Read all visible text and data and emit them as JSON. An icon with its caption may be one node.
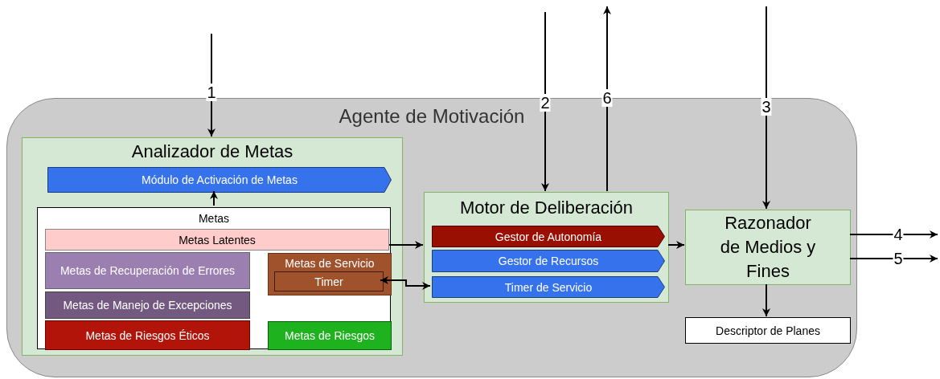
{
  "diagram": {
    "nodes": [
      {
        "text": [
          "Agente de Motivación"
        ]
      },
      {
        "text": [
          "Analizador de Metas"
        ],
        "in": 0
      },
      {
        "text": [
          "Módulo de Activación de Metas"
        ],
        "in": 1
      },
      {
        "text": [
          "Metas"
        ],
        "in": 1
      },
      {
        "text": [
          "Metas Latentes"
        ],
        "in": 3
      },
      {
        "text": [
          "Metas de Recuperación de Errores"
        ],
        "in": 3
      },
      {
        "text": [
          "Metas de Servicio"
        ],
        "in": 3
      },
      {
        "text": [
          "Timer"
        ],
        "in": 6
      },
      {
        "text": [
          "Metas de Manejo de Excepciones"
        ],
        "in": 3
      },
      {
        "text": [
          "Metas de Riesgos Éticos"
        ],
        "in": 3
      },
      {
        "text": [
          "Metas de Riesgos"
        ],
        "in": 3
      },
      {
        "text": [
          "Motor de Deliberación"
        ],
        "in": 0
      },
      {
        "text": [
          "Gestor de Autonomía"
        ],
        "in": 11
      },
      {
        "text": [
          "Gestor de Recursos"
        ],
        "in": 11
      },
      {
        "text": [
          "Timer de Servicio"
        ],
        "in": 11
      },
      {
        "text": [
          "Razonador de Medios y Fines"
        ],
        "in": 0
      },
      {
        "text": [
          "Descriptor de Planes"
        ],
        "in": 0
      }
    ],
    "edges": [
      {
        "from": null,
        "to": 1,
        "arrow": "to",
        "label": "1"
      },
      {
        "from": 3,
        "to": 2,
        "arrow": "to"
      },
      {
        "from": 3,
        "to": 11,
        "arrow": "to"
      },
      {
        "from": 7,
        "to": 14,
        "arrow": "both"
      },
      {
        "from": null,
        "to": 11,
        "arrow": "to",
        "label": "2"
      },
      {
        "from": 11,
        "to": null,
        "arrow": "to",
        "label": "6"
      },
      {
        "from": null,
        "to": 15,
        "arrow": "to",
        "label": "3"
      },
      {
        "from": 11,
        "to": 15,
        "arrow": "to"
      },
      {
        "from": 15,
        "to": null,
        "arrow": "to",
        "label": "4"
      },
      {
        "from": 15,
        "to": null,
        "arrow": "to",
        "label": "5"
      },
      {
        "from": 15,
        "to": 16,
        "arrow": "to"
      }
    ]
  }
}
